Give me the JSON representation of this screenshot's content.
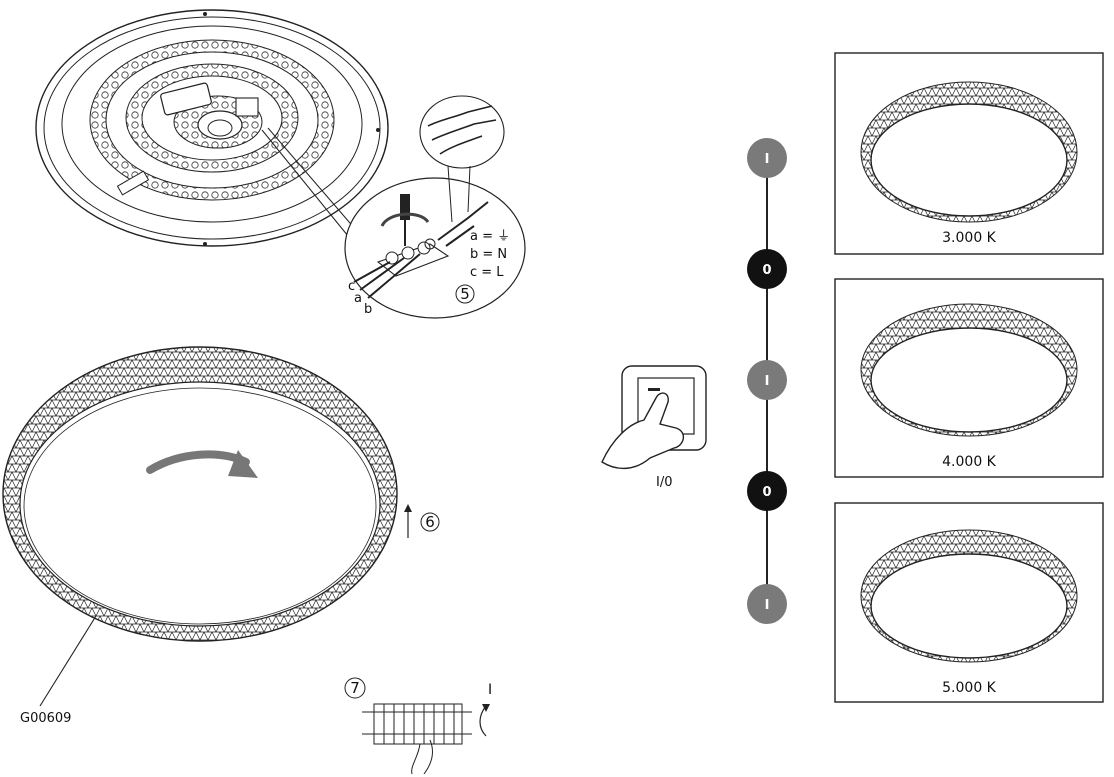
{
  "wiring": {
    "legend": [
      "a = ⏚",
      "b = N",
      "c = L"
    ],
    "wire_letters": [
      "c",
      "a",
      "b"
    ],
    "step_5": "5"
  },
  "mount": {
    "step_6": "6",
    "part_code": "G00609"
  },
  "terminal": {
    "step_7": "7",
    "switch_mark": "I"
  },
  "wall_switch": {
    "label": "I/0"
  },
  "sequence": {
    "nodes": [
      "I",
      "0",
      "I",
      "0",
      "I"
    ],
    "on_color": "#7a7a7a",
    "off_color": "#111111"
  },
  "color_temperatures": [
    {
      "label": "3.000 K"
    },
    {
      "label": "4.000 K"
    },
    {
      "label": "5.000 K"
    }
  ]
}
